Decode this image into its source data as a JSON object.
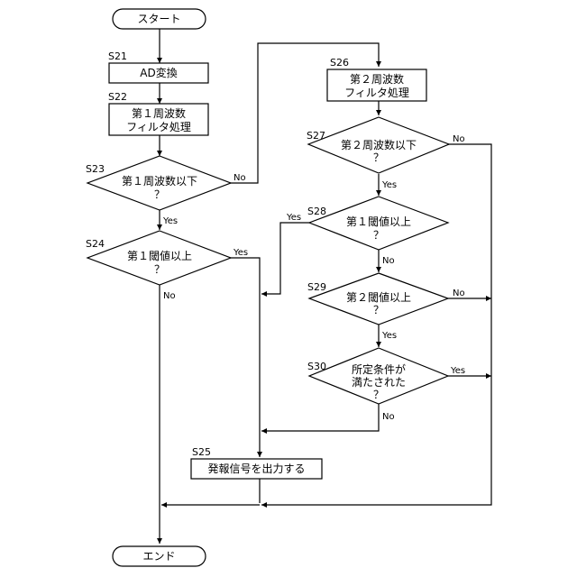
{
  "nodes": {
    "start": {
      "text": "スタート"
    },
    "s21": {
      "step": "S21",
      "lines": [
        "AD変換"
      ]
    },
    "s22": {
      "step": "S22",
      "lines": [
        "第１周波数",
        "フィルタ処理"
      ]
    },
    "s23": {
      "step": "S23",
      "lines": [
        "第１周波数以下",
        "？"
      ]
    },
    "s24": {
      "step": "S24",
      "lines": [
        "第１閾値以上",
        "？"
      ]
    },
    "s25": {
      "step": "S25",
      "lines": [
        "発報信号を出力する"
      ]
    },
    "s26": {
      "step": "S26",
      "lines": [
        "第２周波数",
        "フィルタ処理"
      ]
    },
    "s27": {
      "step": "S27",
      "lines": [
        "第２周波数以下",
        "？"
      ]
    },
    "s28": {
      "step": "S28",
      "lines": [
        "第１閾値以上",
        "？"
      ]
    },
    "s29": {
      "step": "S29",
      "lines": [
        "第２閾値以上",
        "？"
      ]
    },
    "s30": {
      "step": "S30",
      "lines": [
        "所定条件が",
        "満たされた",
        "？"
      ]
    },
    "end": {
      "text": "エンド"
    }
  },
  "edge_labels": {
    "s23_no": "No",
    "s23_yes": "Yes",
    "s24_yes": "Yes",
    "s24_no": "No",
    "s27_no": "No",
    "s27_yes": "Yes",
    "s28_yes": "Yes",
    "s28_no": "No",
    "s29_no": "No",
    "s29_yes": "Yes",
    "s30_yes": "Yes",
    "s30_no": "No"
  }
}
